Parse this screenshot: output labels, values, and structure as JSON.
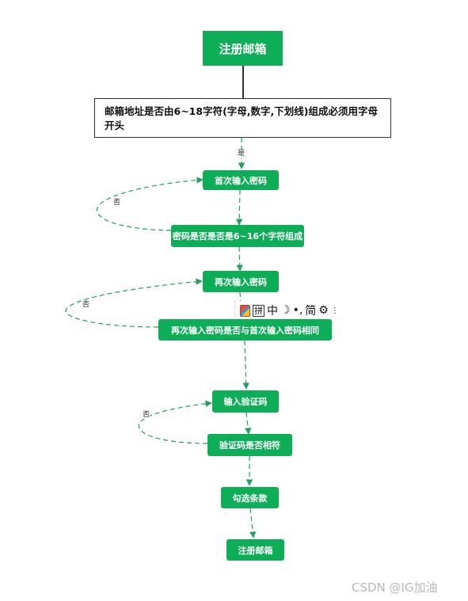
{
  "nodes": {
    "register_mailbox_top": "注册邮箱",
    "email_rule": "邮箱地址是否由6~18字符(字母,数字,下划线)组成必须用字母开头",
    "first_password": "首次输入密码",
    "password_check": "密码是否是否是6~16个字符组成",
    "second_password": "再次输入密码",
    "password_match": "再次输入密码是否与首次输入密码相同",
    "verification_code": "输入验证码",
    "code_match": "验证码是否相符",
    "accept_terms": "勾选条款",
    "register_mailbox_bottom": "注册邮箱"
  },
  "edge_labels": {
    "yes": "是",
    "no_password": "否",
    "no_match": "否",
    "no_code": "否"
  },
  "ime_toolbar": {
    "pinyin": "拼",
    "mode": "中",
    "moon": "☽",
    "punct": "•,",
    "simplified": "简",
    "gear": "⚙",
    "more": "⋮"
  },
  "watermark": "CSDN @IG加油",
  "colors": {
    "node_green": "#0dae57",
    "edge_dash": "#22a05a"
  }
}
